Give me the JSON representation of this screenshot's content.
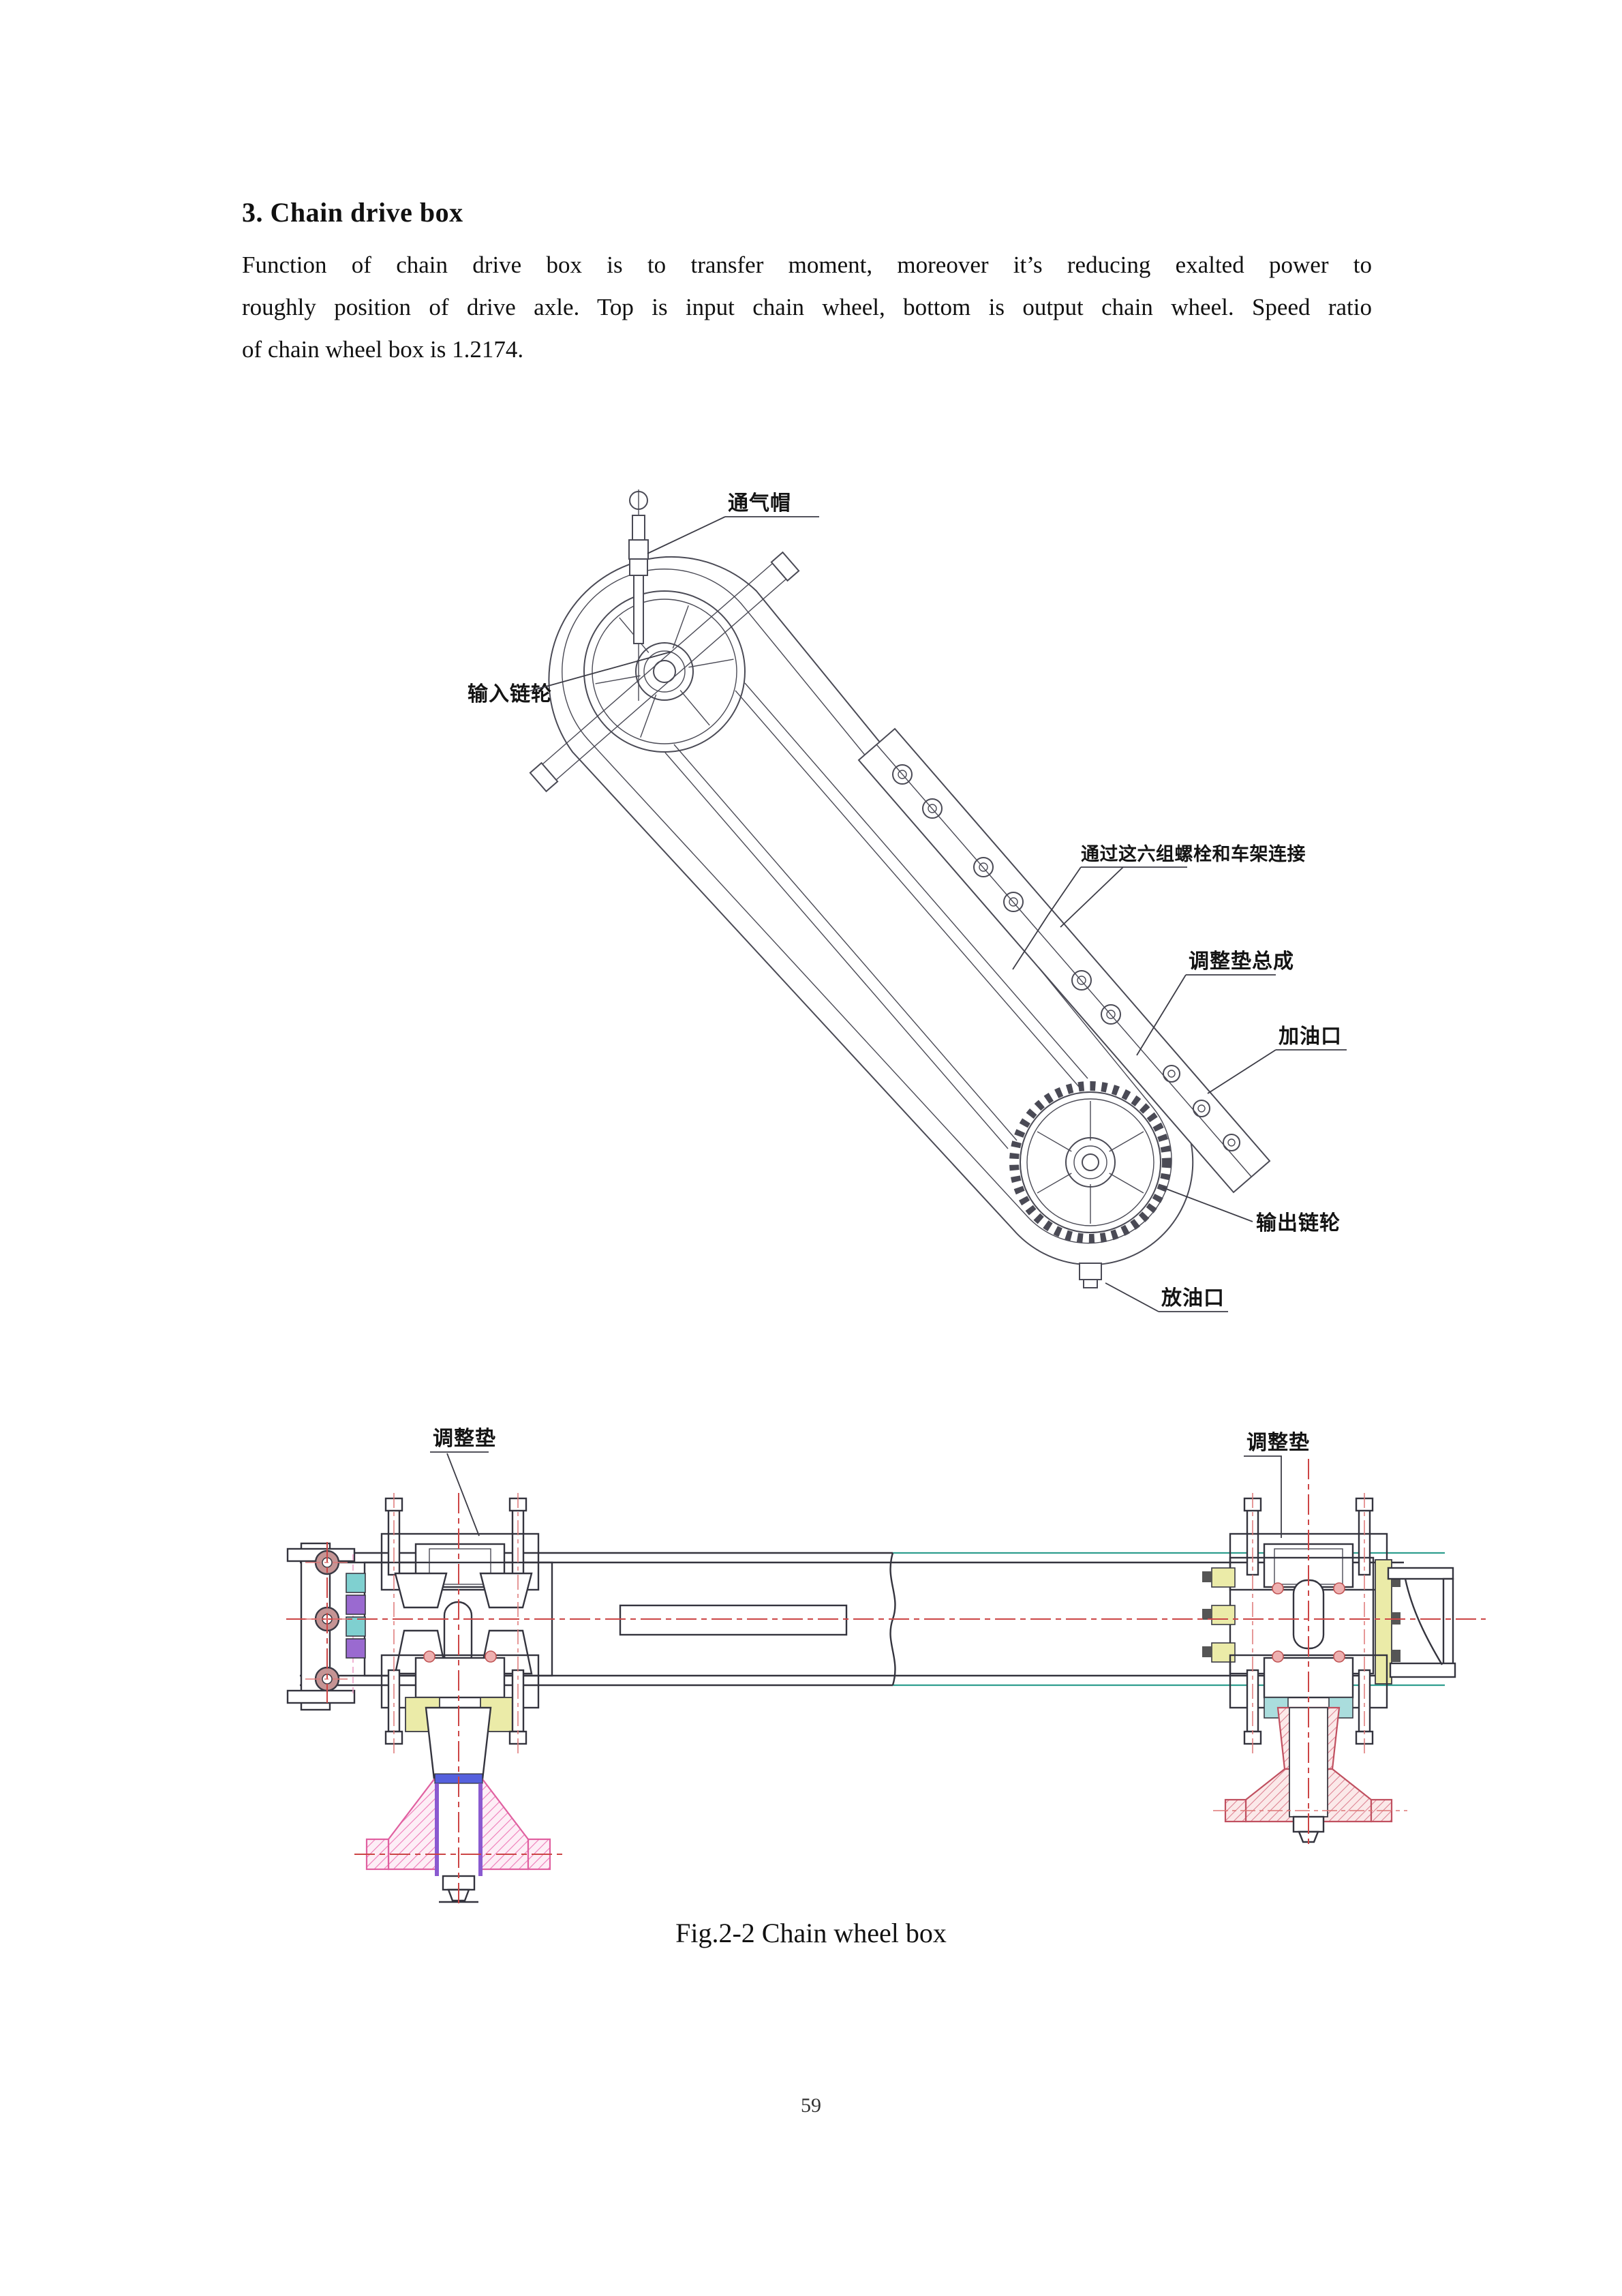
{
  "document": {
    "heading": "3. Chain drive box",
    "paragraph_lines": [
      "Function of chain drive box is to transfer moment, moreover it’s reducing exalted power to",
      "roughly position of drive axle. Top is input chain wheel, bottom is output chain wheel. Speed ratio",
      "of chain wheel box is 1.2174."
    ],
    "figure_caption": "Fig.2-2 Chain wheel box",
    "page_number": "59"
  },
  "figure_isometric": {
    "title": "Chain drive box isometric drawing",
    "labels": {
      "breather_cap": "通气帽",
      "input_chain_wheel": "输入链轮",
      "frame_connection_bolts": "通过这六组螺栓和车架连接",
      "adjusting_shim_assembly": "调整垫总成",
      "oil_fill_port": "加油口",
      "output_chain_wheel": "输出链轮",
      "oil_drain_port": "放油口"
    }
  },
  "figure_section": {
    "title": "Chain wheel box sectional drawing",
    "labels": {
      "adjusting_shim_left": "调整垫",
      "adjusting_shim_right": "调整垫"
    }
  },
  "colors": {
    "centerline_red": "#cc4545",
    "hatch_cyan": "#5ecaca",
    "hatch_pink": "#ee7ab8",
    "hatch_red": "#dd8090",
    "part_purple": "#8a5ad0",
    "part_blue": "#5560dd",
    "part_yellow": "#ebeba8",
    "drawing_line": "#44444e"
  }
}
